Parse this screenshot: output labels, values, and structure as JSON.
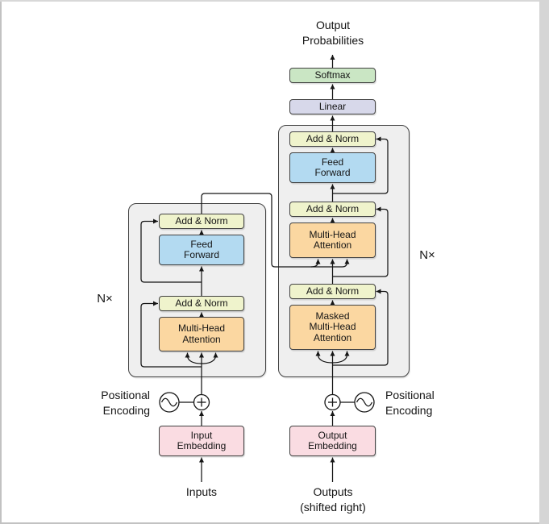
{
  "colors": {
    "softmax_fill": "#cae6c4",
    "linear_fill": "#d7d8ea",
    "add_norm_fill": "#eff3cc",
    "feed_forward_fill": "#b3daf1",
    "attention_fill": "#fbd7a1",
    "embedding_fill": "#fadce2",
    "stack_fill": "#efefef",
    "wire_color": "#151515"
  },
  "output_head": {
    "probabilities_line1": "Output",
    "probabilities_line2": "Probabilities",
    "softmax_label": "Softmax",
    "linear_label": "Linear"
  },
  "encoder": {
    "repeat_label": "N×",
    "add_norm_top_label": "Add & Norm",
    "feed_forward_line1": "Feed",
    "feed_forward_line2": "Forward",
    "add_norm_bottom_label": "Add & Norm",
    "attention_line1": "Multi-Head",
    "attention_line2": "Attention",
    "embedding_line1": "Input",
    "embedding_line2": "Embedding",
    "inputs_label": "Inputs",
    "positional_line1": "Positional",
    "positional_line2": "Encoding"
  },
  "decoder": {
    "repeat_label": "N×",
    "add_norm_top_label": "Add & Norm",
    "feed_forward_line1": "Feed",
    "feed_forward_line2": "Forward",
    "add_norm_mid_label": "Add & Norm",
    "attention_line1": "Multi-Head",
    "attention_line2": "Attention",
    "add_norm_bottom_label": "Add & Norm",
    "masked_attention_line1": "Masked",
    "masked_attention_line2": "Multi-Head",
    "masked_attention_line3": "Attention",
    "embedding_line1": "Output",
    "embedding_line2": "Embedding",
    "outputs_line1": "Outputs",
    "outputs_line2": "(shifted right)",
    "positional_line1": "Positional",
    "positional_line2": "Encoding"
  }
}
